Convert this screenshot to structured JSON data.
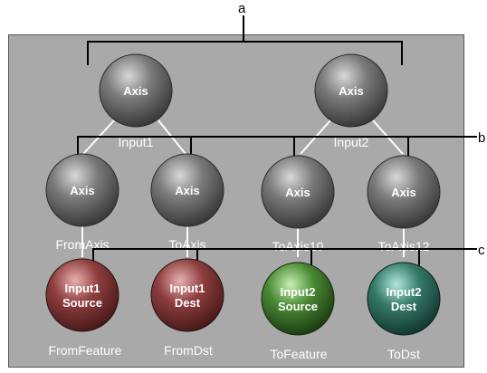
{
  "callouts": {
    "a": "a",
    "b": "b",
    "c": "c"
  },
  "colors": {
    "panel": "#a9a9a9",
    "axis_sphere": "#6e6e6e",
    "input1_sphere": "#8a3a3a",
    "input2_source_sphere": "#3f7a2f",
    "input2_dest_sphere": "#2f6a5a"
  },
  "top_nodes": [
    {
      "label": "Axis",
      "edge_label": "Input1"
    },
    {
      "label": "Axis",
      "edge_label": "Input2"
    }
  ],
  "mid_nodes": [
    {
      "label": "Axis",
      "caption": "FromAxis"
    },
    {
      "label": "Axis",
      "caption": "ToAxis"
    },
    {
      "label": "Axis",
      "caption": "ToAxis10"
    },
    {
      "label": "Axis",
      "caption": "ToAxis12"
    }
  ],
  "bottom_nodes": [
    {
      "line1": "Input1",
      "line2": "Source",
      "caption": "FromFeature"
    },
    {
      "line1": "Input1",
      "line2": "Dest",
      "caption": "FromDst"
    },
    {
      "line1": "Input2",
      "line2": "Source",
      "caption": "ToFeature"
    },
    {
      "line1": "Input2",
      "line2": "Dest",
      "caption": "ToDst"
    }
  ]
}
